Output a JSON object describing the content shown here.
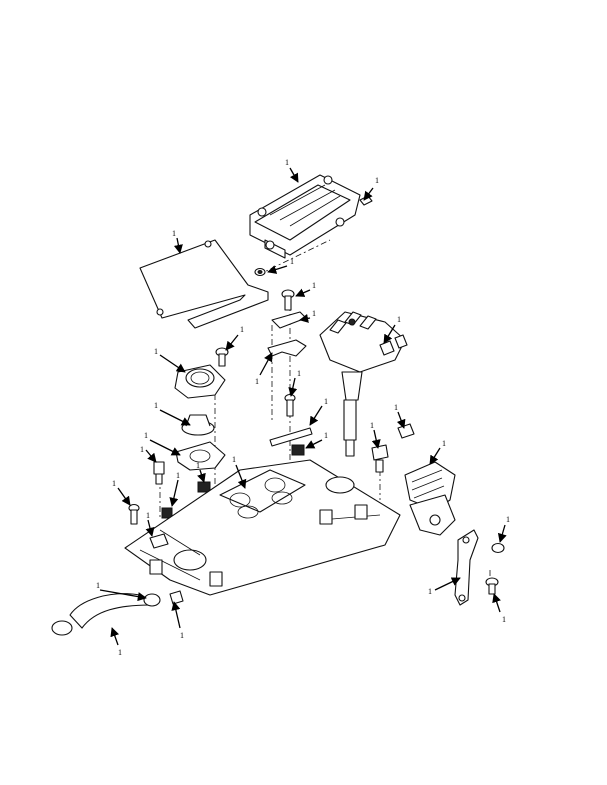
{
  "diagram": {
    "callouts": [
      "1",
      "1",
      "1",
      "1",
      "1",
      "1",
      "1",
      "1",
      "1",
      "1",
      "1",
      "1",
      "1",
      "1",
      "1",
      "1",
      "1",
      "1",
      "1",
      "1",
      "1",
      "1",
      "1",
      "1",
      "1",
      "1",
      "1",
      "1",
      "1",
      "1"
    ],
    "colors": {
      "line": "#111111",
      "background": "#ffffff"
    }
  }
}
